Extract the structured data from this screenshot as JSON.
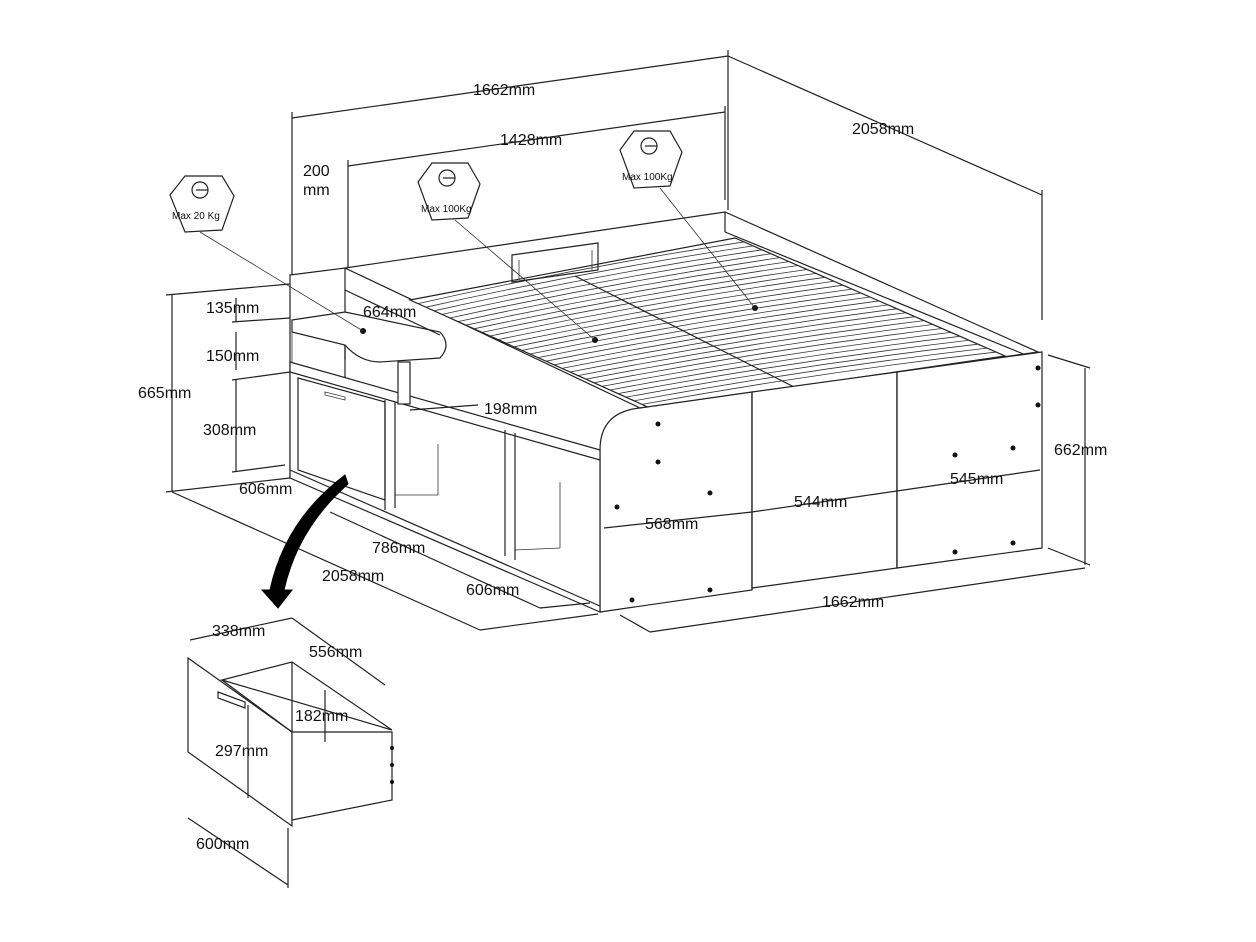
{
  "dimensions": {
    "top_width": "1662mm",
    "top_depth": "2058mm",
    "inner_width": "1428mm",
    "side_panel_top": "200",
    "side_panel_unit": "mm",
    "shelf_gap_top": "135mm",
    "shelf_length": "664mm",
    "shelf_gap_mid": "150mm",
    "total_height": "665mm",
    "shelf_depth": "198mm",
    "lower_height": "308mm",
    "compartment_a": "606mm",
    "compartment_b": "786mm",
    "compartment_c": "606mm",
    "side_depth": "2058mm",
    "front_panel_a": "568mm",
    "front_panel_b": "544mm",
    "front_panel_c": "545mm",
    "front_height": "662mm",
    "front_width": "1662mm",
    "drawer_width": "338mm",
    "drawer_depth": "556mm",
    "drawer_inner_height": "182mm",
    "drawer_height": "297mm",
    "drawer_length": "600mm"
  },
  "load_labels": {
    "shelf": "Max 20  Kg",
    "slats_left": "Max 100Kg",
    "slats_right": "Max 100Kg"
  }
}
